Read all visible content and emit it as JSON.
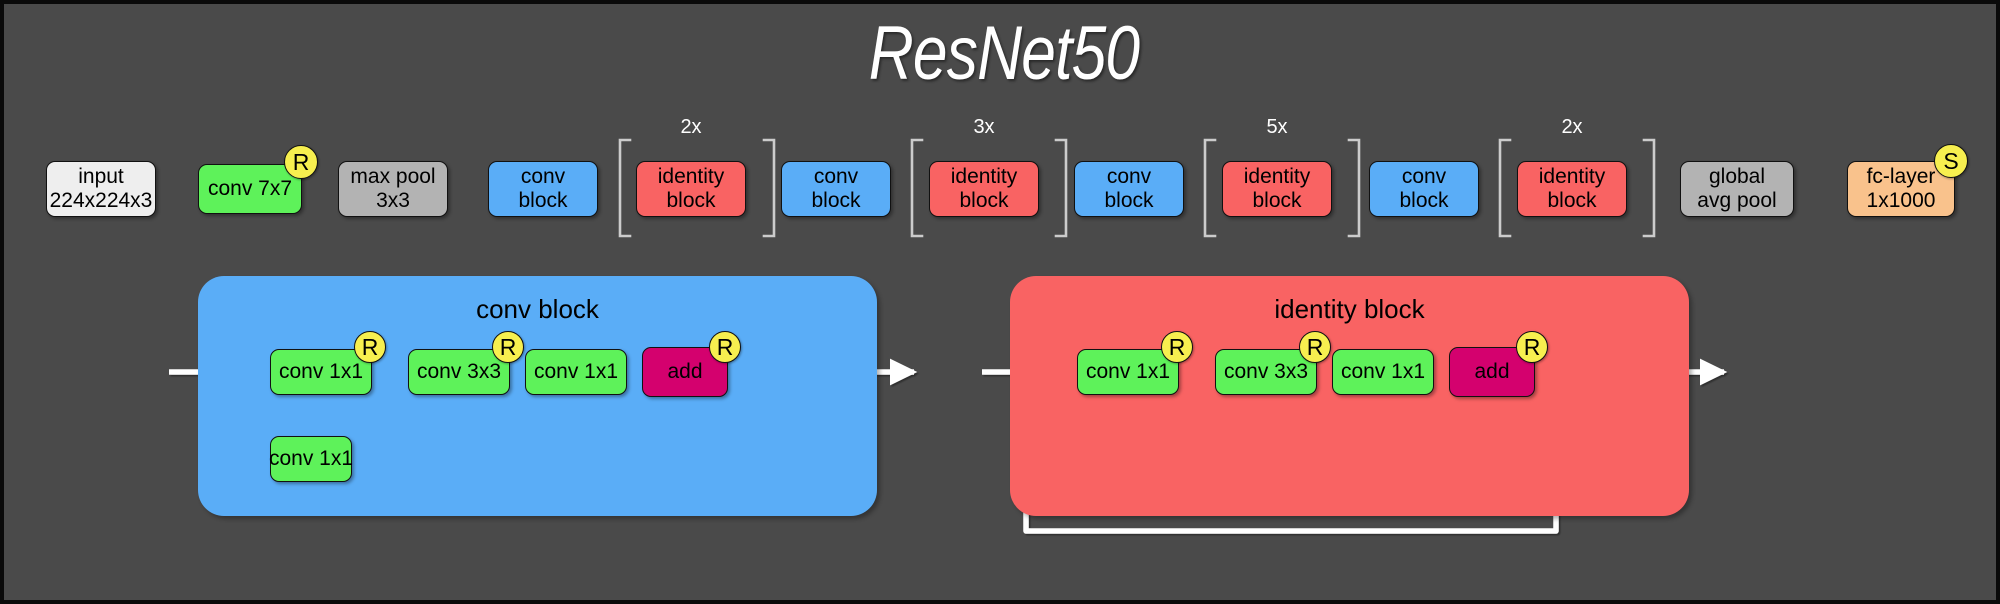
{
  "diagram": {
    "title": "ResNet50",
    "background_color": "#4a4a4a",
    "border_color": "#0a0a0a"
  },
  "colors": {
    "input": "#eeeeee",
    "pool": "#b3b3b3",
    "conv": "#5ef25a",
    "conv_block": "#5aadf7",
    "identity_block": "#f96363",
    "fc_layer": "#f9c28c",
    "add": "#d4016e",
    "activation_badge": "#f7ef4f",
    "wire": "#ffffff",
    "bracket": "#cccccc"
  },
  "pipeline": {
    "nodes": [
      {
        "id": "input",
        "label_line1": "input",
        "label_line2": "224x224x3",
        "kind": "gray"
      },
      {
        "id": "conv7x7",
        "label_line1": "conv 7x7",
        "label_line2": "",
        "kind": "green",
        "badge": "R"
      },
      {
        "id": "maxpool",
        "label_line1": "max pool",
        "label_line2": "3x3",
        "kind": "gray2"
      },
      {
        "id": "convblock1",
        "label_line1": "conv",
        "label_line2": "block",
        "kind": "blue"
      },
      {
        "id": "identity1",
        "label_line1": "identity",
        "label_line2": "block",
        "kind": "red",
        "repeat": "2x"
      },
      {
        "id": "convblock2",
        "label_line1": "conv",
        "label_line2": "block",
        "kind": "blue"
      },
      {
        "id": "identity2",
        "label_line1": "identity",
        "label_line2": "block",
        "kind": "red",
        "repeat": "3x"
      },
      {
        "id": "convblock3",
        "label_line1": "conv",
        "label_line2": "block",
        "kind": "blue"
      },
      {
        "id": "identity3",
        "label_line1": "identity",
        "label_line2": "block",
        "kind": "red",
        "repeat": "5x"
      },
      {
        "id": "convblock4",
        "label_line1": "conv",
        "label_line2": "block",
        "kind": "blue"
      },
      {
        "id": "identity4",
        "label_line1": "identity",
        "label_line2": "block",
        "kind": "red",
        "repeat": "2x"
      },
      {
        "id": "gap",
        "label_line1": "global",
        "label_line2": "avg pool",
        "kind": "gray2"
      },
      {
        "id": "fc",
        "label_line1": "fc-layer",
        "label_line2": "1x1000",
        "kind": "orange",
        "badge": "S"
      }
    ]
  },
  "conv_block_panel": {
    "title": "conv block",
    "main_path": [
      {
        "id": "cb_conv1",
        "label": "conv 1x1",
        "badge": "R"
      },
      {
        "id": "cb_conv2",
        "label": "conv 3x3",
        "badge": "R"
      },
      {
        "id": "cb_conv3",
        "label": "conv 1x1",
        "badge": ""
      },
      {
        "id": "cb_add",
        "label": "add",
        "badge": "R"
      }
    ],
    "shortcut_path": [
      {
        "id": "cb_short",
        "label": "conv 1x1",
        "badge": ""
      }
    ]
  },
  "identity_block_panel": {
    "title": "identity block",
    "main_path": [
      {
        "id": "ib_conv1",
        "label": "conv 1x1",
        "badge": "R"
      },
      {
        "id": "ib_conv2",
        "label": "conv 3x3",
        "badge": "R"
      },
      {
        "id": "ib_conv3",
        "label": "conv 1x1",
        "badge": ""
      },
      {
        "id": "ib_add",
        "label": "add",
        "badge": "R"
      }
    ],
    "shortcut_path": []
  },
  "legend": {
    "activation_relu": "R",
    "activation_softmax": "S"
  }
}
